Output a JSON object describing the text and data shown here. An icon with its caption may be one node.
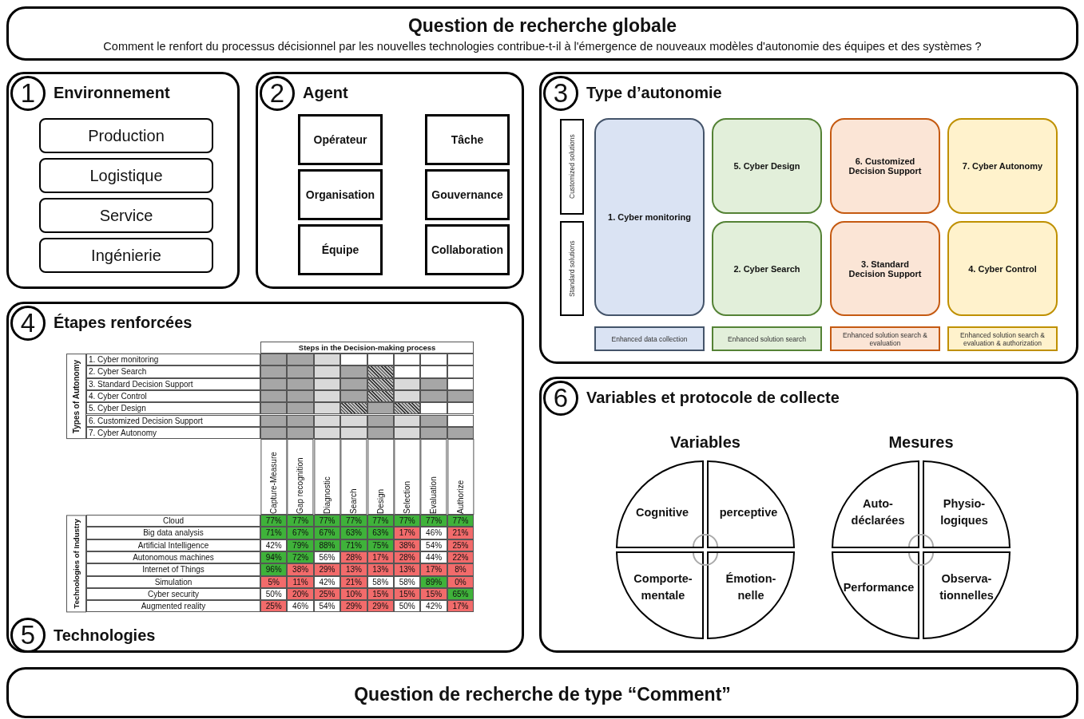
{
  "diagram": {
    "nodes": [
      {
        "text": [
          "Question de recherche globale",
          "Comment le renfort du processus décisionnel par les nouvelles technologies contribue-t-il à l'émergence de nouveaux modèles d'autonomie des équipes et des systèmes ?"
        ]
      },
      {
        "text": [
          "Environnement"
        ]
      },
      {
        "text": [
          "1"
        ],
        "in": 1
      },
      {
        "text": [
          "Production"
        ],
        "in": 1
      },
      {
        "text": [
          "Logistique"
        ],
        "in": 1
      },
      {
        "text": [
          "Service"
        ],
        "in": 1
      },
      {
        "text": [
          "Ingénierie"
        ],
        "in": 1
      },
      {
        "text": [
          "Agent"
        ]
      },
      {
        "text": [
          "2"
        ],
        "in": 7
      },
      {
        "text": [
          "Opérateur"
        ],
        "in": 7
      },
      {
        "text": [
          "Tâche"
        ],
        "in": 7
      },
      {
        "text": [
          "Organisation"
        ],
        "in": 7
      },
      {
        "text": [
          "Gouvernance"
        ],
        "in": 7
      },
      {
        "text": [
          "Équipe"
        ],
        "in": 7
      },
      {
        "text": [
          "Collaboration"
        ],
        "in": 7
      },
      {
        "text": [
          "Type d’autonomie"
        ]
      },
      {
        "text": [
          "3"
        ],
        "in": 15
      },
      {
        "text": [
          "Customized solutions"
        ],
        "in": 15
      },
      {
        "text": [
          "Standard solutions"
        ],
        "in": 15
      },
      {
        "text": [
          "1. Cyber monitoring"
        ],
        "in": 15
      },
      {
        "text": [
          "5. Cyber Design"
        ],
        "in": 15
      },
      {
        "text": [
          "6. Customized Decision Support"
        ],
        "in": 15
      },
      {
        "text": [
          "7. Cyber Autonomy"
        ],
        "in": 15
      },
      {
        "text": [
          "2. Cyber Search"
        ],
        "in": 15
      },
      {
        "text": [
          "3. Standard Decision Support"
        ],
        "in": 15
      },
      {
        "text": [
          "4. Cyber Control"
        ],
        "in": 15
      },
      {
        "text": [
          "Enhanced data collection"
        ],
        "in": 15
      },
      {
        "text": [
          "Enhanced solution search"
        ],
        "in": 15
      },
      {
        "text": [
          "Enhanced solution search & evaluation"
        ],
        "in": 15
      },
      {
        "text": [
          "Enhanced solution search & evaluation & authorization"
        ],
        "in": 15
      },
      {
        "text": [
          "Étapes renforcées",
          "Technologies"
        ]
      },
      {
        "text": [
          "4"
        ],
        "in": 30
      },
      {
        "text": [
          "5"
        ],
        "in": 30
      },
      {
        "text": [
          "Variables et protocole de collecte"
        ]
      },
      {
        "text": [
          "6"
        ],
        "in": 33
      },
      {
        "text": [
          "Cognitive"
        ],
        "in": 33
      },
      {
        "text": [
          "perceptive"
        ],
        "in": 33
      },
      {
        "text": [
          "Comporte-mentale"
        ],
        "in": 33
      },
      {
        "text": [
          "Émotion-nelle"
        ],
        "in": 33
      },
      {
        "text": [
          "Auto-déclarées"
        ],
        "in": 33
      },
      {
        "text": [
          "Physio-logiques"
        ],
        "in": 33
      },
      {
        "text": [
          "Performance"
        ],
        "in": 33
      },
      {
        "text": [
          "Observa-tionnelles"
        ],
        "in": 33
      },
      {
        "text": [
          "Question de recherche de type “Comment”"
        ]
      }
    ],
    "labels": [
      "Steps in the Decision-making process",
      "Types of Autonomy",
      "1. Cyber monitoring",
      "2. Cyber Search",
      "3. Standard Decision Support",
      "4. Cyber Control",
      "5. Cyber Design",
      "6. Customized Decision Support",
      "7. Cyber Autonomy",
      "Capture-Measure",
      "Gap recognition",
      "Diagnostic",
      "Search",
      "Design",
      "Selection",
      "Evaluation",
      "Authorize",
      "Technologies of Industry",
      "Cloud",
      "77%",
      "77%",
      "77%",
      "77%",
      "77%",
      "77%",
      "77%",
      "77%",
      "Big data analysis",
      "71%",
      "67%",
      "67%",
      "63%",
      "63%",
      "17%",
      "46%",
      "21%",
      "Artificial Intelligence",
      "42%",
      "79%",
      "88%",
      "71%",
      "75%",
      "38%",
      "54%",
      "25%",
      "Autonomous machines",
      "94%",
      "72%",
      "56%",
      "28%",
      "17%",
      "28%",
      "44%",
      "22%",
      "Internet of Things",
      "96%",
      "38%",
      "29%",
      "13%",
      "13%",
      "13%",
      "17%",
      "8%",
      "Simulation",
      "5%",
      "11%",
      "42%",
      "21%",
      "58%",
      "58%",
      "89%",
      "0%",
      "Cyber security",
      "50%",
      "20%",
      "25%",
      "10%",
      "15%",
      "15%",
      "15%",
      "65%",
      "Augmented reality",
      "25%",
      "46%",
      "54%",
      "29%",
      "29%",
      "50%",
      "42%",
      "17%",
      "Variables",
      "Mesures"
    ]
  }
}
